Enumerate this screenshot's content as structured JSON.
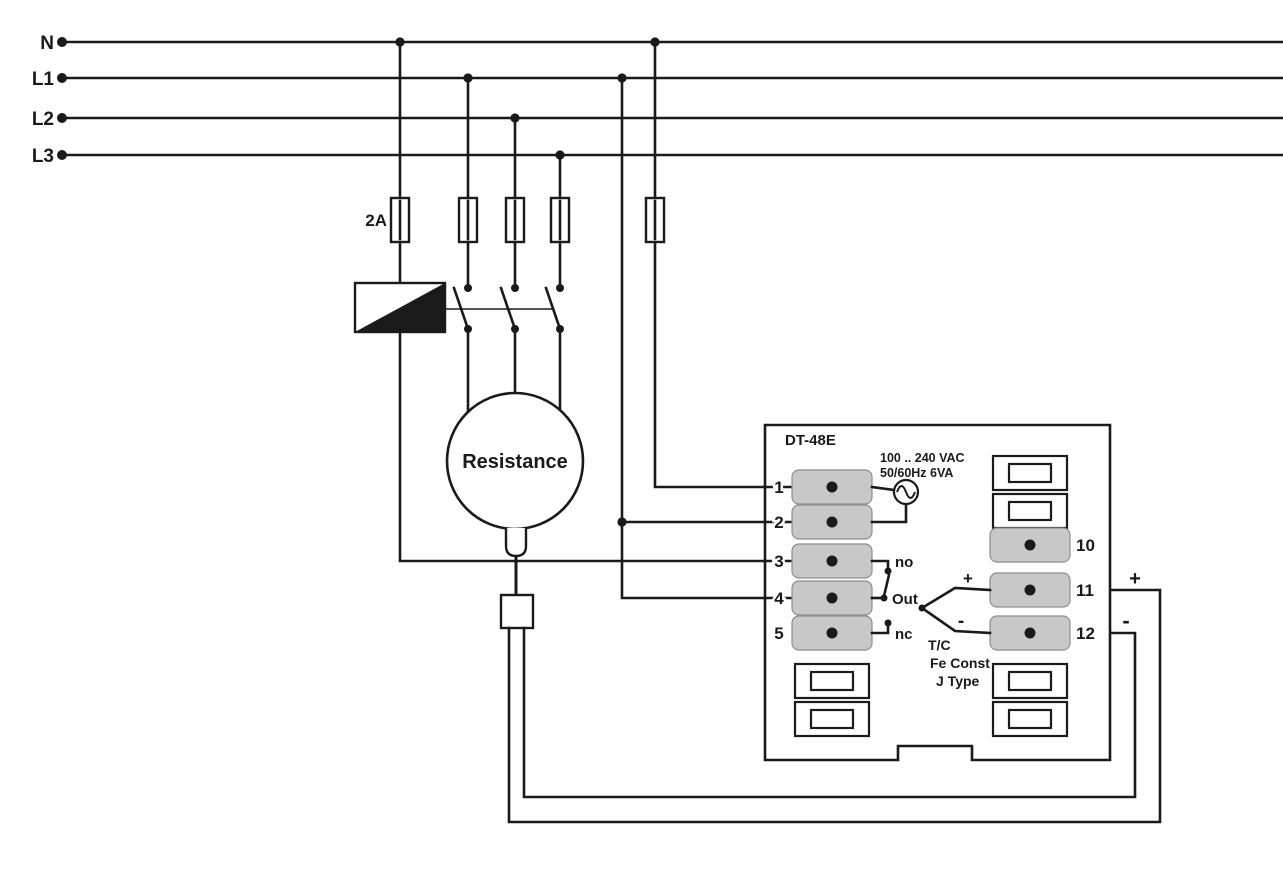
{
  "labels": {
    "bus": [
      "N",
      "L1",
      "L2",
      "L3"
    ],
    "fuse_rating": "2A",
    "load": "Resistance"
  },
  "controller": {
    "model": "DT-48E",
    "power": [
      "100 .. 240 VAC",
      "50/60Hz 6VA"
    ],
    "relay": {
      "no": "no",
      "out": "Out",
      "nc": "nc"
    },
    "tc": {
      "label": "T/C",
      "type_line1": "Fe Const",
      "type_line2": "J Type",
      "plus": "+",
      "minus": "-"
    },
    "terminals_left": [
      "1",
      "2",
      "3",
      "4",
      "5"
    ],
    "terminals_right": [
      "10",
      "11",
      "12"
    ],
    "external": {
      "plus": "+",
      "minus": "-"
    }
  }
}
